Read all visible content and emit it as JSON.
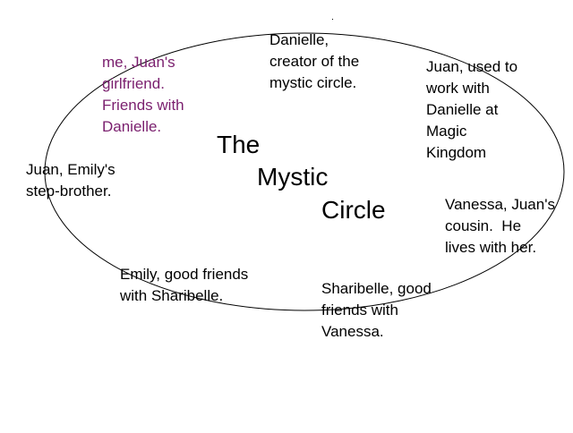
{
  "diagram": {
    "colors": {
      "background": "#ffffff",
      "outline": "#000000",
      "text": "#000000",
      "highlight": "#7a1f6e"
    },
    "title": {
      "line1": "The",
      "line2": "Mystic",
      "line3": "Circle"
    },
    "labels": {
      "danielle": [
        "Danielle,",
        "creator of the",
        "mystic circle."
      ],
      "me": [
        "me, Juan's",
        "girlfriend.",
        "Friends with",
        "Danielle."
      ],
      "juan_work": [
        "Juan, used to",
        "work with",
        "Danielle at",
        "Magic",
        "Kingdom"
      ],
      "juan_brother": [
        "Juan, Emily's",
        "step-brother."
      ],
      "vanessa": [
        "Vanessa, Juan's",
        "cousin.  He",
        "lives with her."
      ],
      "emily": [
        "Emily, good friends",
        "with Sharibelle."
      ],
      "sharibelle": [
        "Sharibelle, good",
        "friends with",
        "Vanessa."
      ]
    }
  }
}
